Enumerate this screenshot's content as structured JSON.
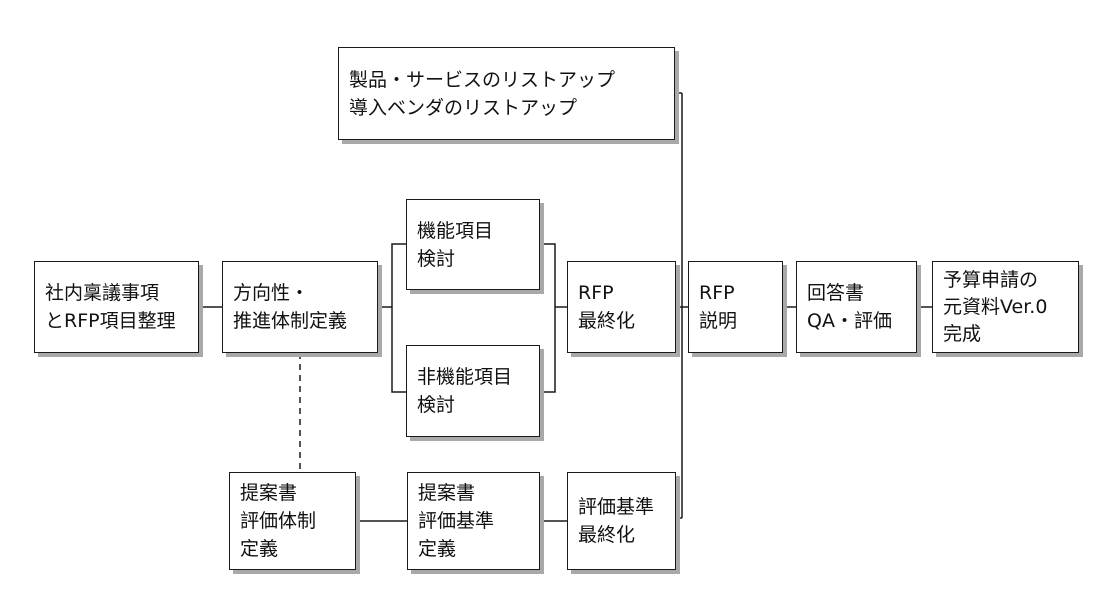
{
  "nodes": {
    "internal": {
      "lines": [
        "社内稟議事項",
        "とRFP項目整理"
      ]
    },
    "direction": {
      "lines": [
        "方向性・",
        "推進体制定義"
      ]
    },
    "func": {
      "lines": [
        "機能項目",
        "検討"
      ]
    },
    "nonfunc": {
      "lines": [
        "非機能項目",
        "検討"
      ]
    },
    "rfp_final": {
      "lines": [
        "RFP",
        "最終化"
      ]
    },
    "products": {
      "lines": [
        "製品・サービスのリストアップ",
        "導入ベンダのリストアップ"
      ]
    },
    "rfp_explain": {
      "lines": [
        "RFP",
        "説明"
      ]
    },
    "answer": {
      "lines": [
        "回答書",
        "QA・評価"
      ]
    },
    "budget": {
      "lines": [
        "予算申請の",
        "元資料Ver.0",
        "完成"
      ]
    },
    "proposal_team": {
      "lines": [
        "提案書",
        "評価体制",
        "定義"
      ]
    },
    "proposal_criteria": {
      "lines": [
        "提案書",
        "評価基準",
        "定義"
      ]
    },
    "criteria_final": {
      "lines": [
        "評価基準",
        "最終化"
      ]
    }
  },
  "colors": {
    "line": "#1a1a1a",
    "shadow": "#a9a9a9",
    "box_fill": "#ffffff"
  }
}
